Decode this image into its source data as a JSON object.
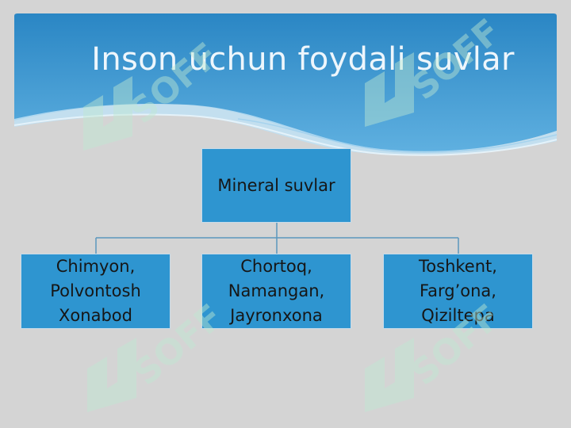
{
  "slide": {
    "title": "Inson uchun foydali suvlar"
  },
  "diagram": {
    "root": {
      "label": "Mineral suvlar"
    },
    "children": [
      {
        "label": "Chimyon,\nPolvontosh\nXonabod"
      },
      {
        "label": "Chortoq,\nNamangan,\nJayronxona"
      },
      {
        "label": "Toshkent,\nFarg’ona,\nQiziltepa"
      }
    ]
  },
  "watermark": {
    "text": "SOFF",
    "icon": "soff-logo-icon",
    "color": "#bfe9d2"
  },
  "colors": {
    "banner_top": "#2a86c4",
    "banner_bottom": "#5fb0e0",
    "node_fill": "#2e95d0",
    "connector": "#5b97bd",
    "background": "#d4d4d4"
  }
}
